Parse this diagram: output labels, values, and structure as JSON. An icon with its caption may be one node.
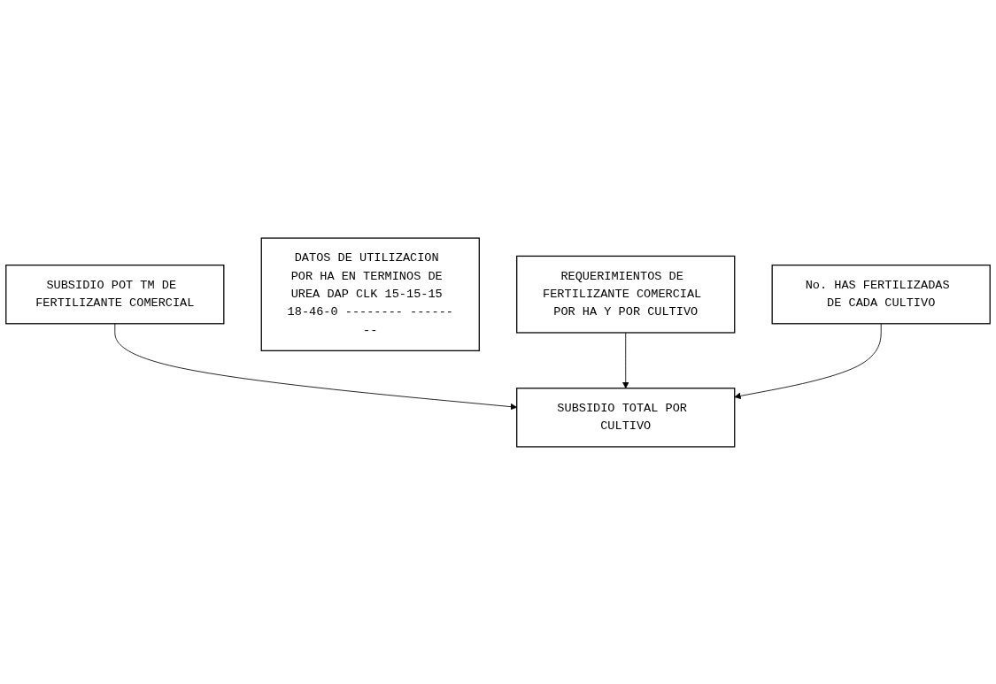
{
  "diagram": {
    "nodes": [
      {
        "text": [
          "SUBSIDIO POT TM DE FERTILIZANTE COMERCIAL"
        ]
      },
      {
        "text": [
          "DATOS DE UTILIZACION POR HA EN TERMINOS DE UREA DAP CLK 15-15-15 18-46-0 -------- --------"
        ]
      },
      {
        "text": [
          "REQUERIMIENTOS DE FERTILIZANTE COMERCIAL POR HA Y POR CULTIVO"
        ]
      },
      {
        "text": [
          "No. HAS FERTILIZADAS DE CADA CULTIVO"
        ]
      },
      {
        "text": [
          "SUBSIDIO TOTAL POR CULTIVO"
        ]
      }
    ],
    "edges": [
      {
        "from": 0,
        "to": 4,
        "arrow": "to"
      },
      {
        "from": 2,
        "to": 4,
        "arrow": "to"
      },
      {
        "from": 3,
        "to": 4,
        "arrow": "to"
      }
    ]
  }
}
